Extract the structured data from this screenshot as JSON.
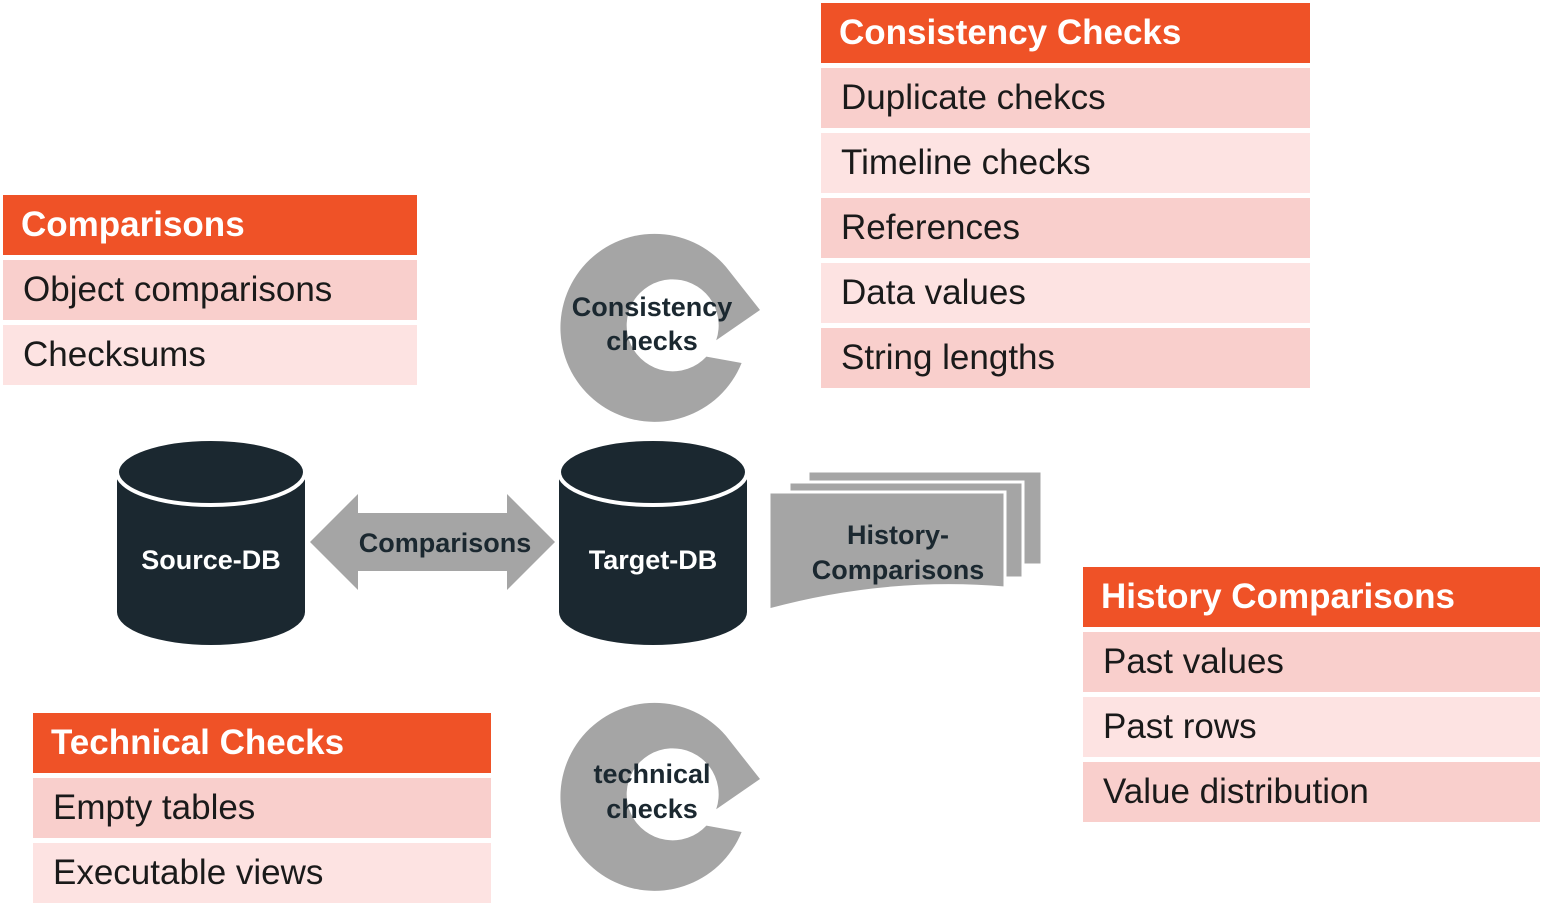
{
  "colors": {
    "accent": "#ef5227",
    "row_dark": "#f9cfcc",
    "row_light": "#fde3e2",
    "db_fill": "#1b2830",
    "gray_shape": "#a5a5a5"
  },
  "boxes": {
    "comparisons": {
      "title": "Comparisons",
      "items": [
        "Object comparisons",
        "Checksums"
      ]
    },
    "consistency": {
      "title": "Consistency Checks",
      "items": [
        "Duplicate chekcs",
        "Timeline checks",
        "References",
        "Data values",
        "String lengths"
      ]
    },
    "history": {
      "title": "History Comparisons",
      "items": [
        "Past values",
        "Past rows",
        "Value distribution"
      ]
    },
    "technical": {
      "title": "Technical Checks",
      "items": [
        "Empty tables",
        "Executable views"
      ]
    }
  },
  "diagram": {
    "source_db": "Source-DB",
    "target_db": "Target-DB",
    "arrow_label": "Comparisons",
    "consistency_cycle": [
      "Consistency",
      "checks"
    ],
    "technical_cycle": [
      "technical",
      "checks"
    ],
    "history_docs": [
      "History-",
      "Comparisons"
    ]
  }
}
